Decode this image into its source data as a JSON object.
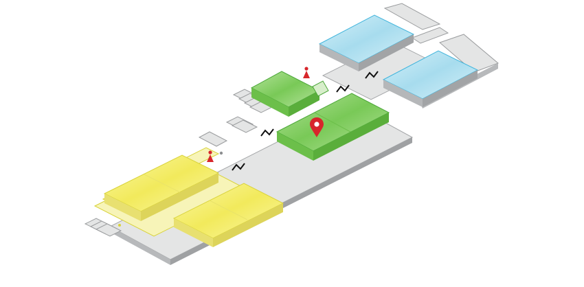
{
  "map": {
    "zones": [
      {
        "id": "yellow-west",
        "color": "#f4ef6a",
        "edge": "#d8d23a"
      },
      {
        "id": "yellow-east",
        "color": "#f4ef6a",
        "edge": "#d8d23a"
      },
      {
        "id": "green-north",
        "color": "#8fd46c",
        "edge": "#4da83a"
      },
      {
        "id": "green-south",
        "color": "#8fd46c",
        "edge": "#4da83a"
      },
      {
        "id": "blue-north",
        "color": "#b7e4f2",
        "edge": "#3fb4dc"
      },
      {
        "id": "blue-south",
        "color": "#b7e4f2",
        "edge": "#3fb4dc"
      }
    ],
    "corridor_color": "#e6e7e7",
    "corridor_edge": "#9a9c9e",
    "icons": {
      "location_pin": "map-pin-icon",
      "info_marker": "info-person-icon",
      "transition": "zigzag-connector-icon"
    },
    "accent": "#d7262b"
  }
}
